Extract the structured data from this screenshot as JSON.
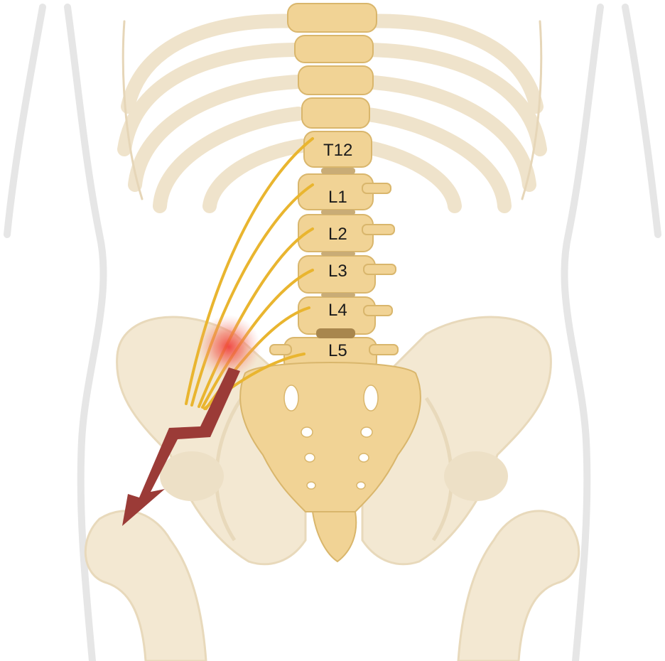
{
  "labels": {
    "t12": "T12",
    "l1": "L1",
    "l2": "L2",
    "l3": "L3",
    "l4": "L4",
    "l5": "L5"
  },
  "colors": {
    "body_outline": "#e6e6e6",
    "bone_light": "#f3e8d2",
    "bone_shade": "#e8d9bb",
    "vertebra": "#f1d395",
    "vertebra_shade": "#d9b66c",
    "nerve": "#e9b52f",
    "pain_glow": "#f0413c",
    "arrow": "#9b3b37"
  },
  "icons": [
    "pain-glow",
    "referred-pain-arrow"
  ]
}
